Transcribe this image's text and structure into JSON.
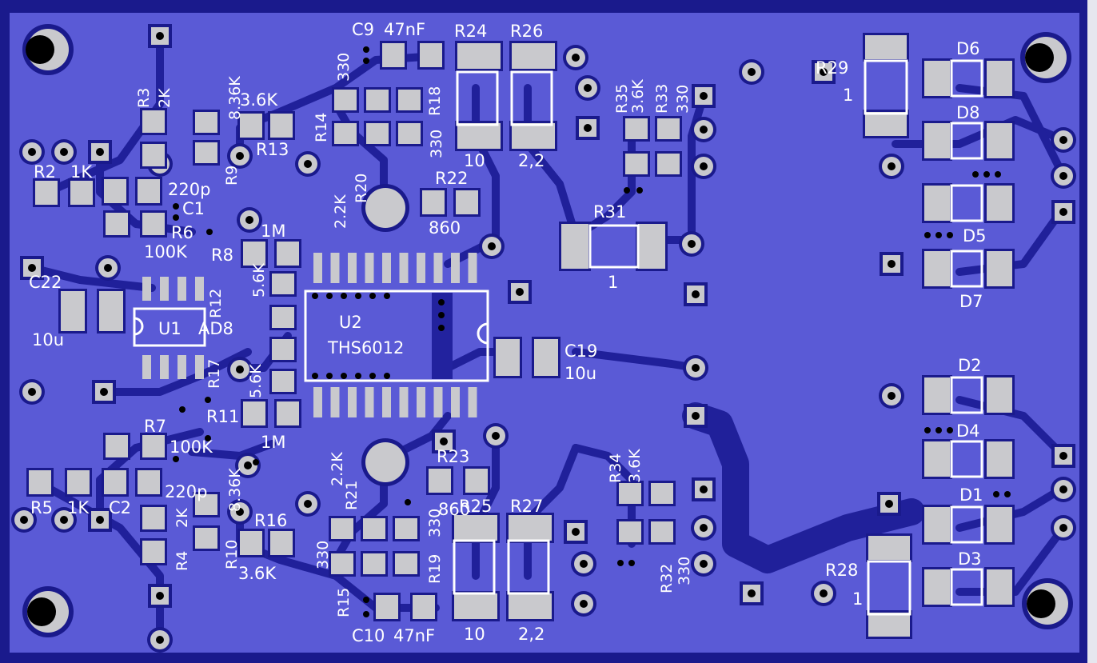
{
  "board": {
    "colors": {
      "copper": "#5a5ad6",
      "trace": "#22229e",
      "pad": "#c9c9cd",
      "silk": "#ffffff",
      "edge": "#1a1a8c"
    },
    "labels": [
      {
        "id": "c9",
        "text": "C9"
      },
      {
        "id": "c9v",
        "text": "47nF"
      },
      {
        "id": "r24",
        "text": "R24"
      },
      {
        "id": "r26",
        "text": "R26"
      },
      {
        "id": "r3",
        "text": "R3"
      },
      {
        "id": "r3v",
        "text": "2K"
      },
      {
        "id": "r9v",
        "text": "8.36K"
      },
      {
        "id": "r13v",
        "text": "3.6K"
      },
      {
        "id": "r13",
        "text": "R13"
      },
      {
        "id": "r14v",
        "text": "330"
      },
      {
        "id": "r14",
        "text": "R14"
      },
      {
        "id": "r18",
        "text": "R18"
      },
      {
        "id": "r18v",
        "text": "330"
      },
      {
        "id": "r24v",
        "text": "10"
      },
      {
        "id": "r26v",
        "text": "2,2"
      },
      {
        "id": "r35",
        "text": "R35"
      },
      {
        "id": "r35v",
        "text": "3.6K"
      },
      {
        "id": "r33",
        "text": "R33"
      },
      {
        "id": "r33v",
        "text": "330"
      },
      {
        "id": "r29",
        "text": "R29"
      },
      {
        "id": "r29v",
        "text": "1"
      },
      {
        "id": "d6",
        "text": "D6"
      },
      {
        "id": "d8",
        "text": "D8"
      },
      {
        "id": "r2",
        "text": "R2"
      },
      {
        "id": "r2v",
        "text": "1K"
      },
      {
        "id": "r9",
        "text": "R9"
      },
      {
        "id": "c1v",
        "text": "220p"
      },
      {
        "id": "c1",
        "text": "C1"
      },
      {
        "id": "r6",
        "text": "R6"
      },
      {
        "id": "r6v",
        "text": "100K"
      },
      {
        "id": "r20",
        "text": "R20"
      },
      {
        "id": "r20v",
        "text": "2.2K"
      },
      {
        "id": "r22",
        "text": "R22"
      },
      {
        "id": "r22v",
        "text": "860"
      },
      {
        "id": "r31",
        "text": "R31"
      },
      {
        "id": "r31v",
        "text": "1"
      },
      {
        "id": "d5",
        "text": "D5"
      },
      {
        "id": "d7",
        "text": "D7"
      },
      {
        "id": "r8v",
        "text": "1M"
      },
      {
        "id": "r8",
        "text": "R8"
      },
      {
        "id": "c22",
        "text": "C22"
      },
      {
        "id": "c22v",
        "text": "10u"
      },
      {
        "id": "r12",
        "text": "R12"
      },
      {
        "id": "r12v",
        "text": "5.6K"
      },
      {
        "id": "u1",
        "text": "U1"
      },
      {
        "id": "u1v",
        "text": "AD8"
      },
      {
        "id": "u2",
        "text": "U2"
      },
      {
        "id": "u2v",
        "text": "THS6012"
      },
      {
        "id": "c19",
        "text": "C19"
      },
      {
        "id": "c19v",
        "text": "10u"
      },
      {
        "id": "r17",
        "text": "R17"
      },
      {
        "id": "r17v",
        "text": "5.6K"
      },
      {
        "id": "r11",
        "text": "R11"
      },
      {
        "id": "r11v",
        "text": "1M"
      },
      {
        "id": "d2",
        "text": "D2"
      },
      {
        "id": "d4",
        "text": "D4"
      },
      {
        "id": "d1",
        "text": "D1"
      },
      {
        "id": "d3",
        "text": "D3"
      },
      {
        "id": "r7",
        "text": "R7"
      },
      {
        "id": "r7v",
        "text": "100K"
      },
      {
        "id": "r21v",
        "text": "2.2K"
      },
      {
        "id": "r21",
        "text": "R21"
      },
      {
        "id": "r23",
        "text": "R23"
      },
      {
        "id": "r23v",
        "text": "860"
      },
      {
        "id": "r25",
        "text": "R25"
      },
      {
        "id": "r27",
        "text": "R27"
      },
      {
        "id": "r34",
        "text": "R34"
      },
      {
        "id": "r34v",
        "text": "3.6K"
      },
      {
        "id": "r5",
        "text": "R5"
      },
      {
        "id": "r5v",
        "text": "1K"
      },
      {
        "id": "c2",
        "text": "C2"
      },
      {
        "id": "c2v",
        "text": "220p"
      },
      {
        "id": "r4",
        "text": "R4"
      },
      {
        "id": "r4v",
        "text": "2K"
      },
      {
        "id": "r10v",
        "text": "8.36K"
      },
      {
        "id": "r10",
        "text": "R10"
      },
      {
        "id": "r16",
        "text": "R16"
      },
      {
        "id": "r16v",
        "text": "3.6K"
      },
      {
        "id": "r15v",
        "text": "330"
      },
      {
        "id": "r15",
        "text": "R15"
      },
      {
        "id": "r19",
        "text": "R19"
      },
      {
        "id": "r19v",
        "text": "330"
      },
      {
        "id": "r32",
        "text": "R32"
      },
      {
        "id": "r32v",
        "text": "330"
      },
      {
        "id": "r28",
        "text": "R28"
      },
      {
        "id": "r28v",
        "text": "1"
      },
      {
        "id": "c10",
        "text": "C10"
      },
      {
        "id": "c10v",
        "text": "47nF"
      },
      {
        "id": "r25v",
        "text": "10"
      },
      {
        "id": "r27v",
        "text": "2,2"
      }
    ]
  }
}
